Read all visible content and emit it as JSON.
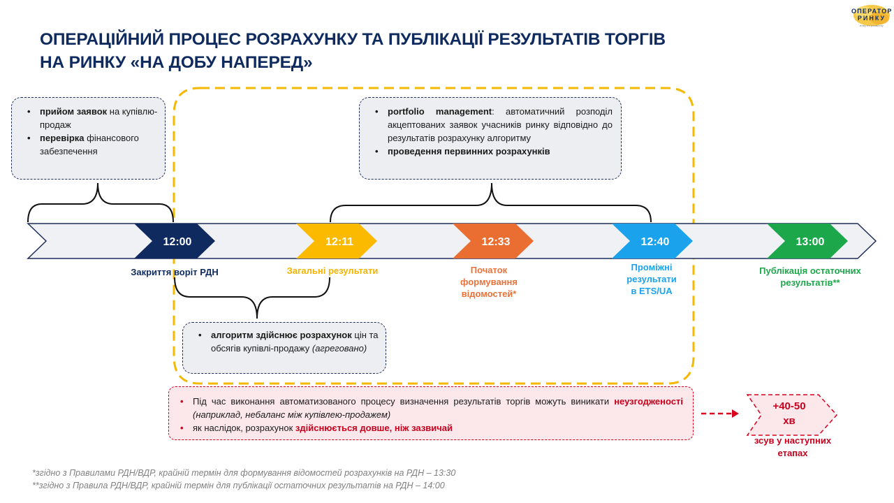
{
  "title": {
    "line1": "ОПЕРАЦІЙНИЙ ПРОЦЕС РОЗРАХУНКУ ТА ПУБЛІКАЦІЇ РЕЗУЛЬТАТІВ ТОРГІВ",
    "line2": "НА РИНКУ «НА ДОБУ НАПЕРЕД»"
  },
  "logo": {
    "line1": "ОПЕРАТОР",
    "line2": "РИНКУ",
    "tagline": "енергія розвитку"
  },
  "box_accept": {
    "item1_bold": "прийом заявок",
    "item1_text": " на купівлю-продаж",
    "item2_bold": "перевірка",
    "item2_text": " фінансового забезпечення"
  },
  "box_portfolio": {
    "item1_bold": "portfolio management",
    "item1_text": ": автоматичний розподіл акцептованих заявок учасників ринку відповідно до результатів розрахунку алгоритму",
    "item2_bold": "проведення первинних розрахунків"
  },
  "box_algo": {
    "bold": "алгоритм здійснює розрахунок",
    "text": " цін та обсягів купівлі-продажу ",
    "italic": "(агреговано)"
  },
  "timeline": {
    "milestones": [
      {
        "time": "12:00",
        "label": "Закриття воріт РДН",
        "color": "#0f2a5e"
      },
      {
        "time": "12:11",
        "label": "Загальні результати",
        "color": "#fbb900"
      },
      {
        "time": "12:33",
        "label": "Початок формування відомостей*",
        "color": "#ea6e32"
      },
      {
        "time": "12:40",
        "label": "Проміжні результати в ETS/UA",
        "color": "#1aa3ec"
      },
      {
        "time": "13:00",
        "label": "Публікація остаточних результатів**",
        "color": "#1ca84a"
      }
    ],
    "base_fill": "#f0f1f4",
    "base_stroke": "#1f2f5a"
  },
  "label_lines": {
    "m1": "Закриття воріт РДН",
    "m2": "Загальні результати",
    "m3a": "Початок",
    "m3b": "формування",
    "m3c": "відомостей*",
    "m4a": "Проміжні",
    "m4b": "результати",
    "m4c": "в ETS/UA",
    "m5a": "Публікація остаточних",
    "m5b": "результатів**"
  },
  "note": {
    "item1_text": "Під час виконання автоматизованого процесу визначення результатів торгів можуть виникати ",
    "item1_bold": "неузгодженості",
    "item1_italic": " (наприклад, небаланс між купівлею-продажем)",
    "item2_text": "як наслідок, розрахунок ",
    "item2_bold": "здійснюється довше, ніж зазвичай"
  },
  "shift": {
    "value_line1": "+40-50",
    "value_line2": "хв",
    "caption_line1": "зсув у наступних",
    "caption_line2": "етапах"
  },
  "footnotes": {
    "fn1": "*згідно з Правилами РДН/ВДР,  крайній термін для формування відомостей розрахунків на РДН – 13:30",
    "fn2": "**згідно з Правила РДН/ВДР, крайній термін для публікації остаточних результатів на РДН – 14:00"
  },
  "colors": {
    "accent_yellow": "#f5b800",
    "accent_red": "#d6001c",
    "navy": "#0f2a5e"
  }
}
